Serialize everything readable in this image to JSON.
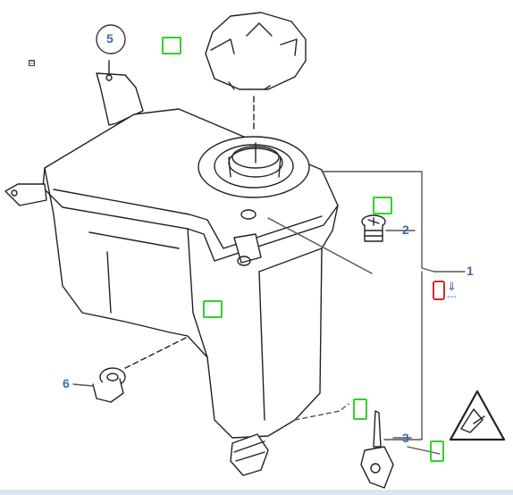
{
  "callouts": {
    "c1": "1",
    "c2": "2",
    "c3": "3",
    "c5": "5",
    "c6": "6"
  },
  "down_link": {
    "arrow": "⇓",
    "dash": "---"
  },
  "icons": {
    "expand": "expand-icon",
    "warning": "hot-coolant-warning-icon"
  },
  "colors": {
    "callout_text": "#3a6ea5",
    "marker_green": "#33d12b",
    "marker_red": "#d22a2a",
    "link_blue": "#2a62c9"
  }
}
